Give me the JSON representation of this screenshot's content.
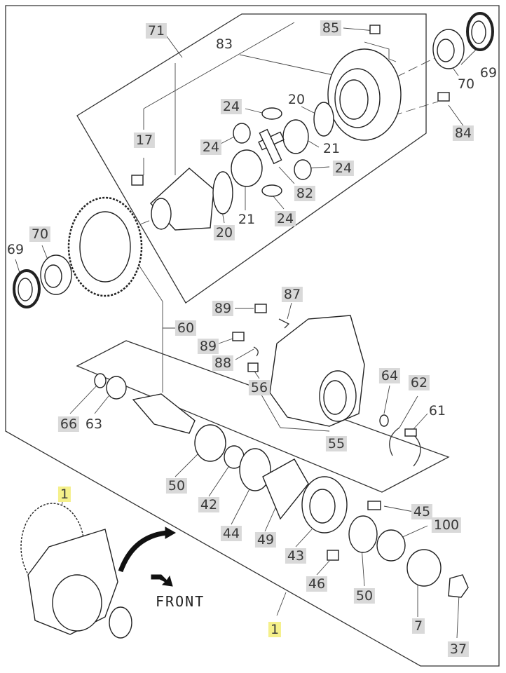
{
  "diagram": {
    "front_label": "FRONT",
    "callouts": [
      {
        "id": "c71",
        "text": "71",
        "style": "grey"
      },
      {
        "id": "c85",
        "text": "85",
        "style": "grey"
      },
      {
        "id": "c83",
        "text": "83",
        "style": "none"
      },
      {
        "id": "c69a",
        "text": "69",
        "style": "none"
      },
      {
        "id": "c70a",
        "text": "70",
        "style": "none"
      },
      {
        "id": "c84",
        "text": "84",
        "style": "grey"
      },
      {
        "id": "c24a",
        "text": "24",
        "style": "grey"
      },
      {
        "id": "c20a",
        "text": "20",
        "style": "none"
      },
      {
        "id": "c17",
        "text": "17",
        "style": "grey"
      },
      {
        "id": "c24b",
        "text": "24",
        "style": "grey"
      },
      {
        "id": "c21a",
        "text": "21",
        "style": "none"
      },
      {
        "id": "c24c",
        "text": "24",
        "style": "grey"
      },
      {
        "id": "c82",
        "text": "82",
        "style": "grey"
      },
      {
        "id": "c21b",
        "text": "21",
        "style": "none"
      },
      {
        "id": "c20b",
        "text": "20",
        "style": "grey"
      },
      {
        "id": "c24d",
        "text": "24",
        "style": "grey"
      },
      {
        "id": "c70b",
        "text": "70",
        "style": "grey"
      },
      {
        "id": "c69b",
        "text": "69",
        "style": "none"
      },
      {
        "id": "c87",
        "text": "87",
        "style": "grey"
      },
      {
        "id": "c89a",
        "text": "89",
        "style": "grey"
      },
      {
        "id": "c60",
        "text": "60",
        "style": "grey"
      },
      {
        "id": "c89b",
        "text": "89",
        "style": "grey"
      },
      {
        "id": "c88",
        "text": "88",
        "style": "grey"
      },
      {
        "id": "c56",
        "text": "56",
        "style": "grey"
      },
      {
        "id": "c64",
        "text": "64",
        "style": "grey"
      },
      {
        "id": "c62",
        "text": "62",
        "style": "grey"
      },
      {
        "id": "c61",
        "text": "61",
        "style": "none"
      },
      {
        "id": "c66",
        "text": "66",
        "style": "grey"
      },
      {
        "id": "c63",
        "text": "63",
        "style": "none"
      },
      {
        "id": "c55",
        "text": "55",
        "style": "grey"
      },
      {
        "id": "c50a",
        "text": "50",
        "style": "grey"
      },
      {
        "id": "c42",
        "text": "42",
        "style": "grey"
      },
      {
        "id": "c1a",
        "text": "1",
        "style": "yellow"
      },
      {
        "id": "c45",
        "text": "45",
        "style": "grey"
      },
      {
        "id": "c100",
        "text": "100",
        "style": "grey"
      },
      {
        "id": "c44",
        "text": "44",
        "style": "grey"
      },
      {
        "id": "c49",
        "text": "49",
        "style": "grey"
      },
      {
        "id": "c43",
        "text": "43",
        "style": "grey"
      },
      {
        "id": "c46",
        "text": "46",
        "style": "grey"
      },
      {
        "id": "c50b",
        "text": "50",
        "style": "grey"
      },
      {
        "id": "c7",
        "text": "7",
        "style": "grey"
      },
      {
        "id": "c1b",
        "text": "1",
        "style": "yellow"
      },
      {
        "id": "c37",
        "text": "37",
        "style": "grey"
      }
    ]
  }
}
